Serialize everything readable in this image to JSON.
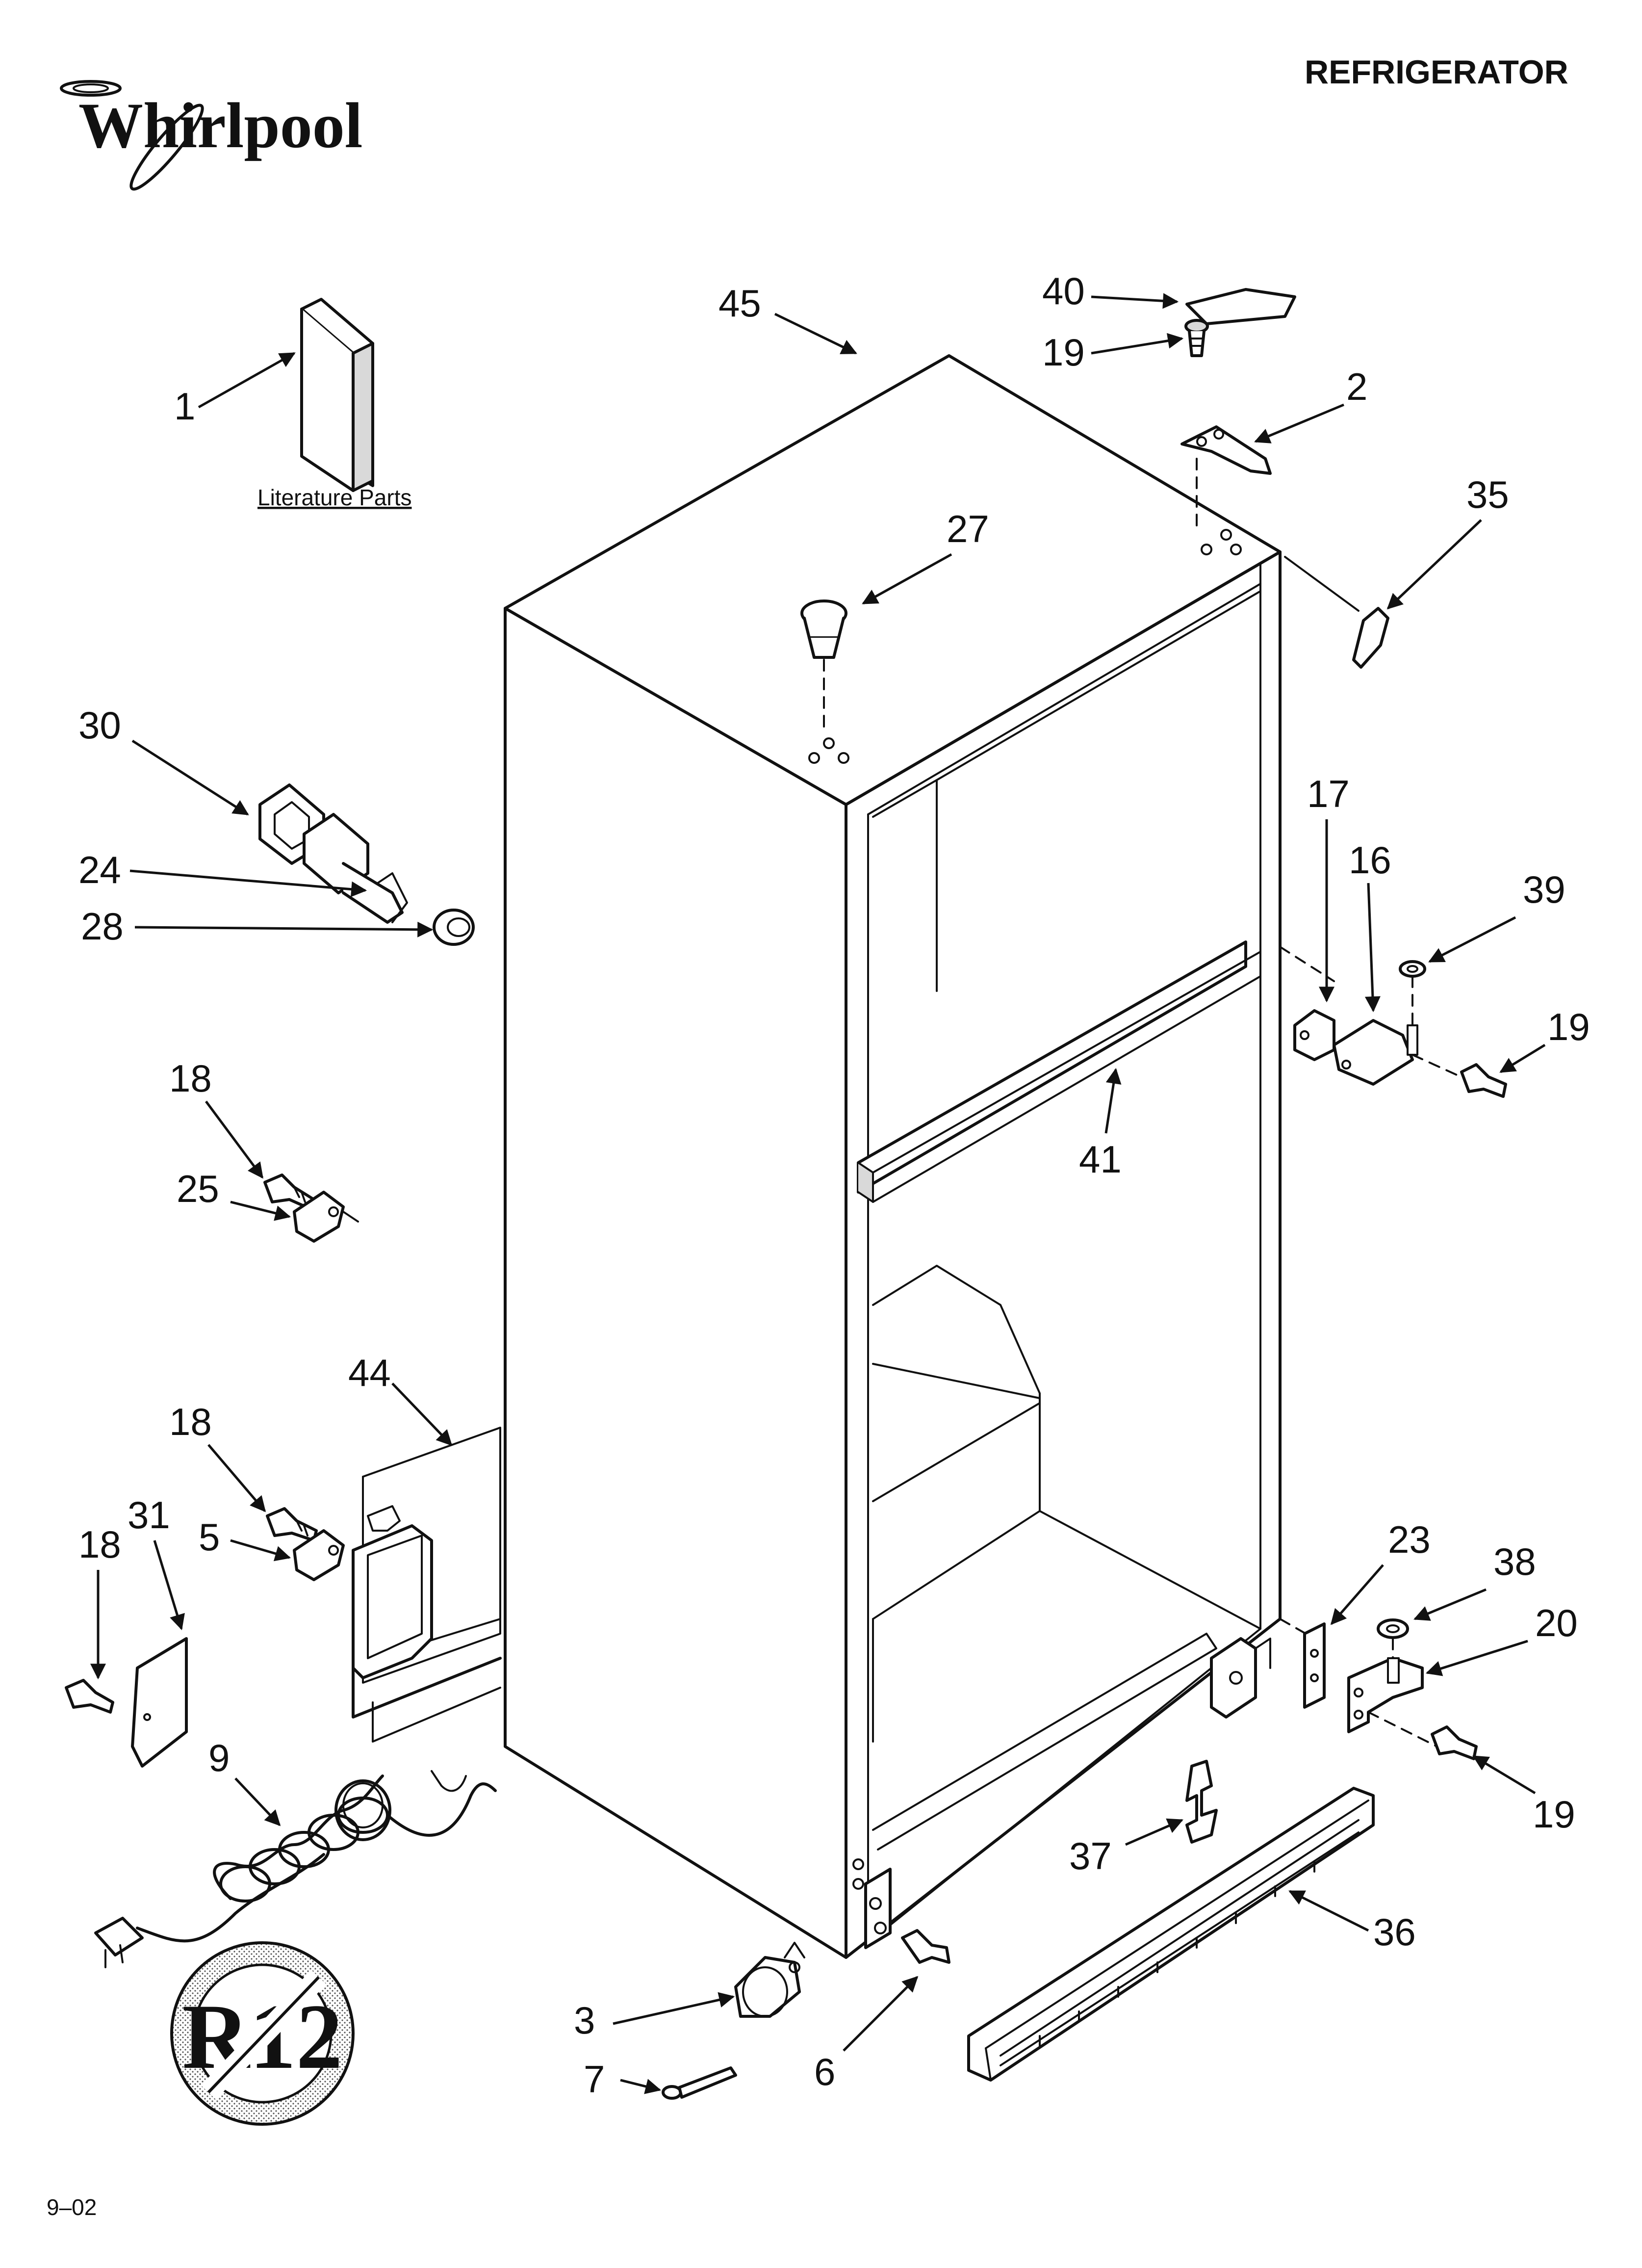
{
  "header": {
    "brand": "Whirlpool",
    "title": "REFRIGERATOR"
  },
  "literature_label": "Literature Parts",
  "footer": {
    "code": "9–02"
  },
  "badge": {
    "text": "R12"
  },
  "callouts": {
    "c45": "45",
    "c40": "40",
    "c19a": "19",
    "c2": "2",
    "c1": "1",
    "c35": "35",
    "c27": "27",
    "c30": "30",
    "c24": "24",
    "c28": "28",
    "c17": "17",
    "c16": "16",
    "c39": "39",
    "c19b": "19",
    "c18a": "18",
    "c25": "25",
    "c41": "41",
    "c44": "44",
    "c18b": "18",
    "c31": "31",
    "c18c": "18",
    "c5": "5",
    "c23": "23",
    "c38": "38",
    "c20": "20",
    "c19c": "19",
    "c9": "9",
    "c37": "37",
    "c36": "36",
    "c3": "3",
    "c7": "7",
    "c6": "6"
  }
}
